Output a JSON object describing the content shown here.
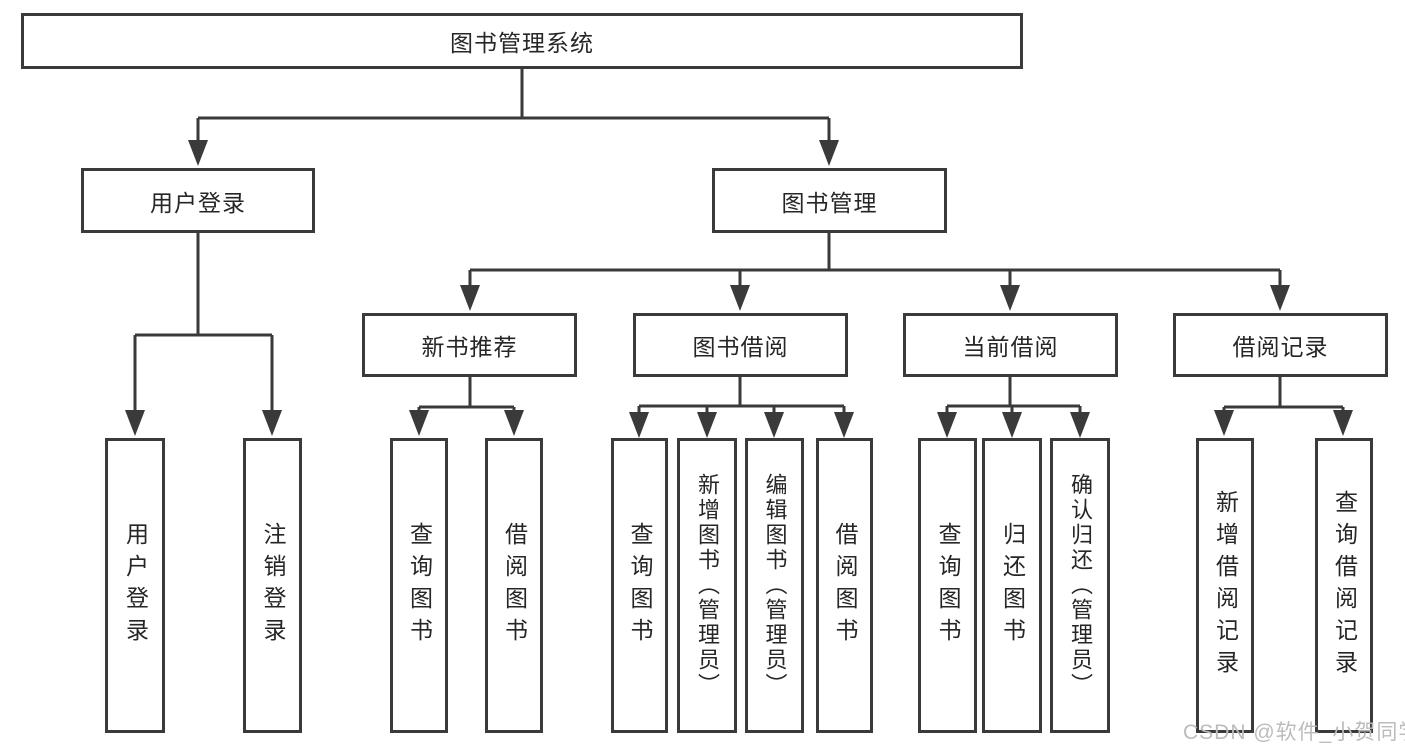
{
  "tree": {
    "label": "图书管理系统",
    "children": [
      {
        "label": "用户登录",
        "children": [
          {
            "label": "用户登录"
          },
          {
            "label": "注销登录"
          }
        ]
      },
      {
        "label": "图书管理",
        "children": [
          {
            "label": "新书推荐",
            "children": [
              {
                "label": "查询图书"
              },
              {
                "label": "借阅图书"
              }
            ]
          },
          {
            "label": "图书借阅",
            "children": [
              {
                "label": "查询图书"
              },
              {
                "label": "新增图书（管理员）"
              },
              {
                "label": "编辑图书（管理员）"
              },
              {
                "label": "借阅图书"
              }
            ]
          },
          {
            "label": "当前借阅",
            "children": [
              {
                "label": "查询图书"
              },
              {
                "label": "归还图书"
              },
              {
                "label": "确认归还（管理员）"
              }
            ]
          },
          {
            "label": "借阅记录",
            "children": [
              {
                "label": "新增借阅记录"
              },
              {
                "label": "查询借阅记录"
              }
            ]
          }
        ]
      }
    ]
  },
  "watermark": "CSDN @软件_小贺同学",
  "colors": {
    "line": "#3a3a3a",
    "text": "#262626",
    "watermark": "#bcbcbc",
    "background": "#ffffff"
  }
}
